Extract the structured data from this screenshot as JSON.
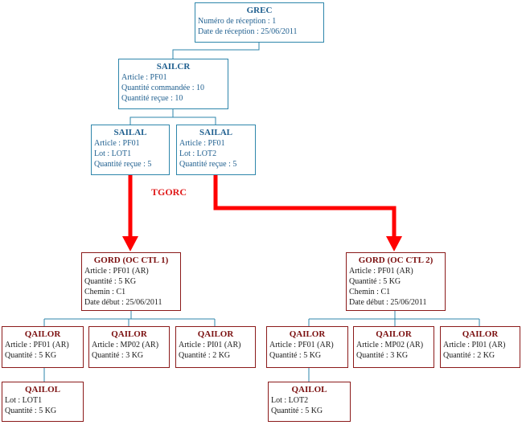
{
  "nodes": {
    "grec": {
      "title": "GREC",
      "lines": [
        "Numéro de réception : 1",
        "Date de réception : 25/06/2011"
      ]
    },
    "sailcr": {
      "title": "SAILCR",
      "lines": [
        "Article : PF01",
        "Quantité commandée : 10",
        "Quantité reçue : 10"
      ]
    },
    "sailal1": {
      "title": "SAILAL",
      "lines": [
        "Article : PF01",
        "Lot : LOT1",
        "Quantité reçue : 5"
      ]
    },
    "sailal2": {
      "title": "SAILAL",
      "lines": [
        "Article : PF01",
        "Lot : LOT2",
        "Quantité reçue : 5"
      ]
    },
    "gord1": {
      "title": "GORD (OC CTL 1)",
      "lines": [
        "Article : PF01 (AR)",
        "Quantité : 5 KG",
        "Chemin : C1",
        "Date début : 25/06/2011"
      ]
    },
    "gord2": {
      "title": "GORD (OC CTL 2)",
      "lines": [
        "Article : PF01 (AR)",
        "Quantité : 5 KG",
        "Chemin : C1",
        "Date début : 25/06/2011"
      ]
    },
    "qailor1": {
      "title": "QAILOR",
      "lines": [
        "Article : PF01 (AR)",
        "Quantité : 5 KG"
      ]
    },
    "qailor2": {
      "title": "QAILOR",
      "lines": [
        "Article : MP02 (AR)",
        "Quantité : 3 KG"
      ]
    },
    "qailor3": {
      "title": "QAILOR",
      "lines": [
        "Article : PI01 (AR)",
        "Quantité : 2 KG"
      ]
    },
    "qailor4": {
      "title": "QAILOR",
      "lines": [
        "Article : PF01 (AR)",
        "Quantité : 5 KG"
      ]
    },
    "qailor5": {
      "title": "QAILOR",
      "lines": [
        "Article : MP02 (AR)",
        "Quantité : 3 KG"
      ]
    },
    "qailor6": {
      "title": "QAILOR",
      "lines": [
        "Article : PI01 (AR)",
        "Quantité : 2 KG"
      ]
    },
    "qailol1": {
      "title": "QAILOL",
      "lines": [
        "Lot : LOT1",
        "Quantité : 5 KG"
      ]
    },
    "qailol2": {
      "title": "QAILOL",
      "lines": [
        "Lot : LOT2",
        "Quantité : 5 KG"
      ]
    }
  },
  "arrow_label": "TGORC",
  "colors": {
    "blue_border": "#2e86ab",
    "blue_text": "#1f5f8f",
    "red_border": "#8b1a1a",
    "red_title": "#7b1010",
    "arrow": "#ff0000",
    "connector": "#2e86ab"
  }
}
